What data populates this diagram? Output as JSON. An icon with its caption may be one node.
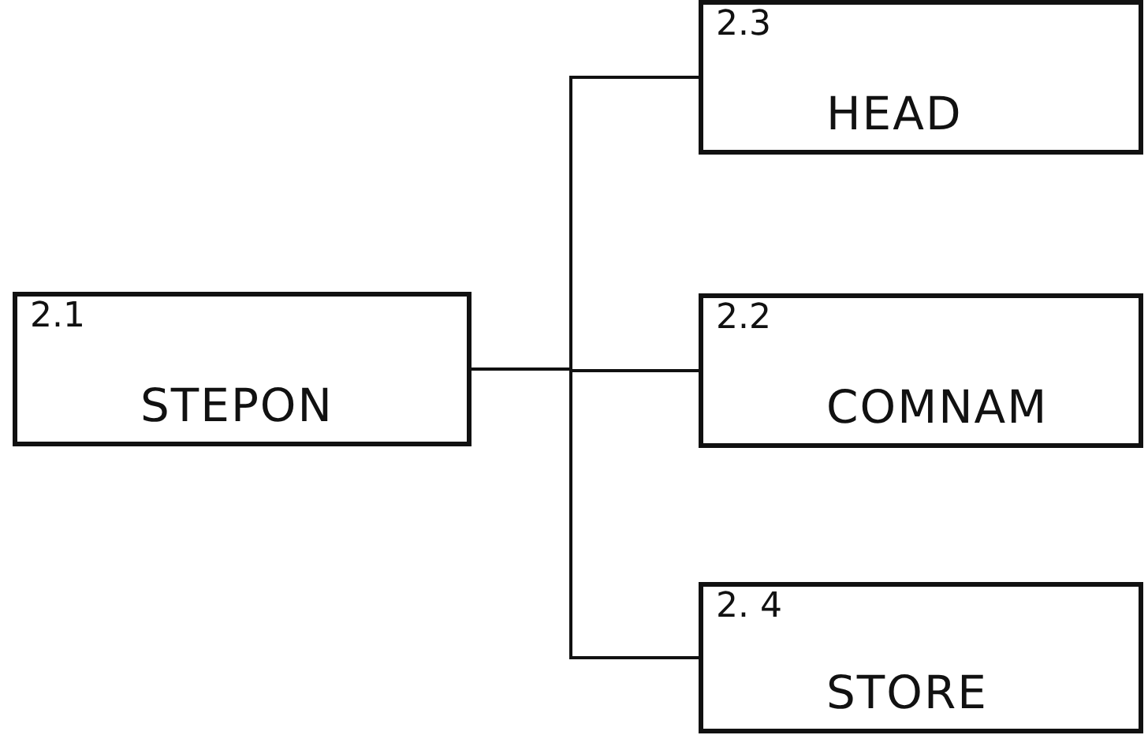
{
  "diagram": {
    "nodes": [
      {
        "text": [
          "2.1",
          "STEPON"
        ]
      },
      {
        "text": [
          "2.3",
          "HEAD"
        ]
      },
      {
        "text": [
          "2.2",
          "COMNAM"
        ]
      },
      {
        "text": [
          "2. 4",
          "STORE"
        ]
      }
    ],
    "edges": [
      {
        "from": 0,
        "to": 1,
        "arrow": "none"
      },
      {
        "from": 0,
        "to": 2,
        "arrow": "none"
      },
      {
        "from": 0,
        "to": 3,
        "arrow": "none"
      }
    ]
  }
}
